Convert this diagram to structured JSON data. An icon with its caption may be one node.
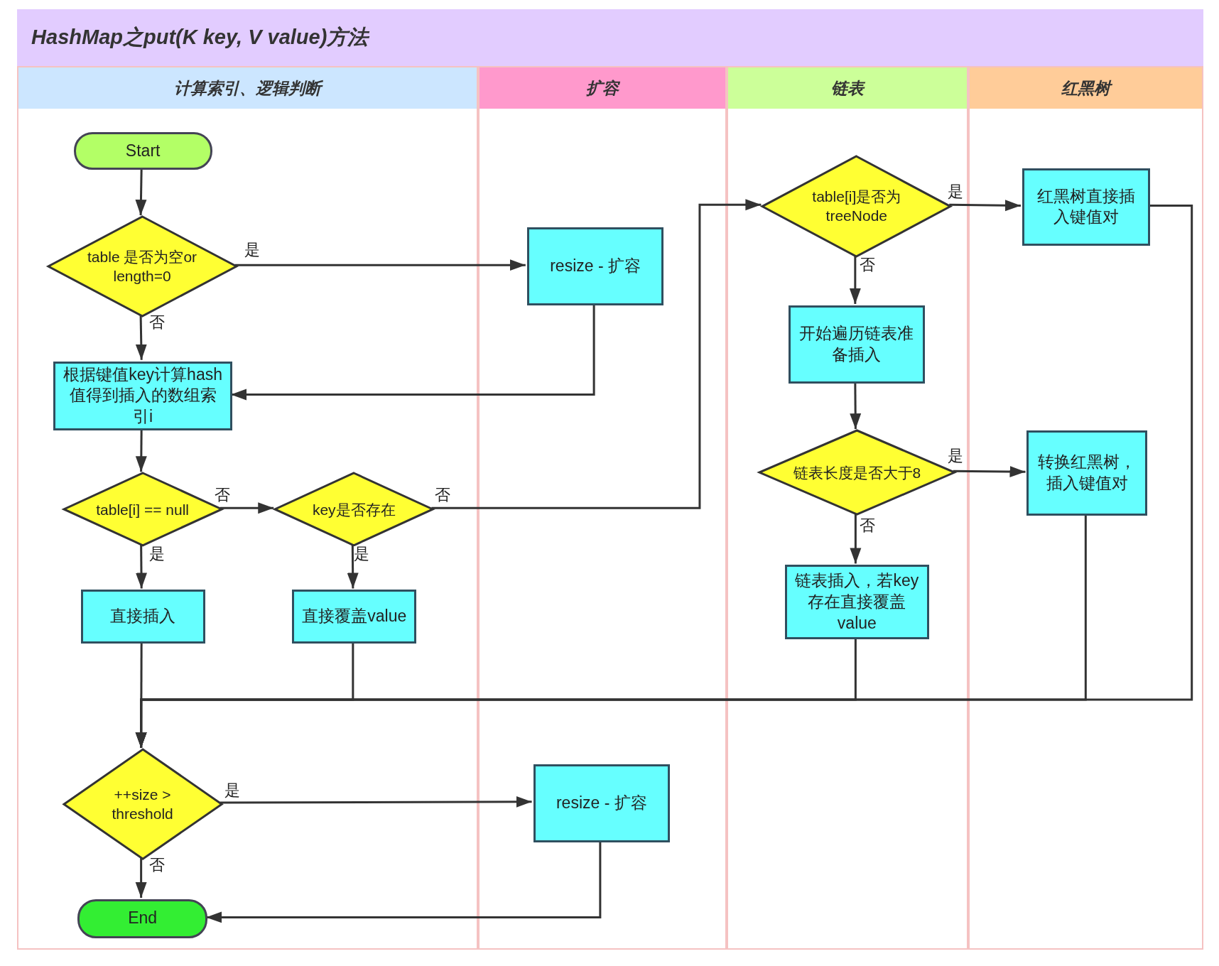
{
  "diagram": {
    "title": "HashMap之put(K key, V value)方法",
    "nodes": [
      {
        "text": [
          "计算索引、逻辑判断"
        ]
      },
      {
        "text": [
          "扩容"
        ]
      },
      {
        "text": [
          "链表"
        ]
      },
      {
        "text": [
          "红黑树"
        ]
      },
      {
        "text": [
          "Start"
        ],
        "in": 0
      },
      {
        "text": [
          "table 是否为空or length=0"
        ],
        "in": 0
      },
      {
        "text": [
          "resize - 扩容"
        ],
        "in": 1
      },
      {
        "text": [
          "根据键值key计算hash值得到插入的数组索引i"
        ],
        "in": 0
      },
      {
        "text": [
          "table[i] == null"
        ],
        "in": 0
      },
      {
        "text": [
          "key是否存在"
        ],
        "in": 0
      },
      {
        "text": [
          "直接插入"
        ],
        "in": 0
      },
      {
        "text": [
          "直接覆盖value"
        ],
        "in": 0
      },
      {
        "text": [
          "table[i]是否为treeNode"
        ],
        "in": 2
      },
      {
        "text": [
          "红黑树直接插入键值对"
        ],
        "in": 3
      },
      {
        "text": [
          "开始遍历链表准备插入"
        ],
        "in": 2
      },
      {
        "text": [
          "链表长度是否大于8"
        ],
        "in": 2
      },
      {
        "text": [
          "转换红黑树，插入键值对"
        ],
        "in": 3
      },
      {
        "text": [
          "链表插入，若key存在直接覆盖value"
        ],
        "in": 2
      },
      {
        "text": [
          "++size > threshold"
        ],
        "in": 0
      },
      {
        "text": [
          "resize - 扩容"
        ],
        "in": 1
      },
      {
        "text": [
          "End"
        ],
        "in": 0
      }
    ],
    "edges": [
      {
        "from": 4,
        "to": 5,
        "arrow": "to"
      },
      {
        "from": 5,
        "to": 6,
        "arrow": "to",
        "label": "是"
      },
      {
        "from": 5,
        "to": 7,
        "arrow": "to",
        "label": "否"
      },
      {
        "from": 6,
        "to": 7,
        "arrow": "to"
      },
      {
        "from": 7,
        "to": 8,
        "arrow": "to"
      },
      {
        "from": 8,
        "to": 9,
        "arrow": "to",
        "label": "否"
      },
      {
        "from": 8,
        "to": 10,
        "arrow": "to",
        "label": "是"
      },
      {
        "from": 9,
        "to": 11,
        "arrow": "to",
        "label": "是"
      },
      {
        "from": 9,
        "to": 12,
        "arrow": "to",
        "label": "否"
      },
      {
        "from": 12,
        "to": 13,
        "arrow": "to",
        "label": "是"
      },
      {
        "from": 12,
        "to": 14,
        "arrow": "to",
        "label": "否"
      },
      {
        "from": 14,
        "to": 15,
        "arrow": "to"
      },
      {
        "from": 15,
        "to": 16,
        "arrow": "to",
        "label": "是"
      },
      {
        "from": 15,
        "to": 17,
        "arrow": "to",
        "label": "否"
      },
      {
        "from": 10,
        "to": 18,
        "arrow": "to"
      },
      {
        "from": 11,
        "to": 18,
        "arrow": "to"
      },
      {
        "from": 17,
        "to": 18,
        "arrow": "to"
      },
      {
        "from": 16,
        "to": 18,
        "arrow": "to"
      },
      {
        "from": 13,
        "to": 18,
        "arrow": "to"
      },
      {
        "from": 18,
        "to": 19,
        "arrow": "to",
        "label": "是"
      },
      {
        "from": 18,
        "to": 20,
        "arrow": "to",
        "label": "否"
      },
      {
        "from": 19,
        "to": 20,
        "arrow": "to"
      }
    ]
  }
}
